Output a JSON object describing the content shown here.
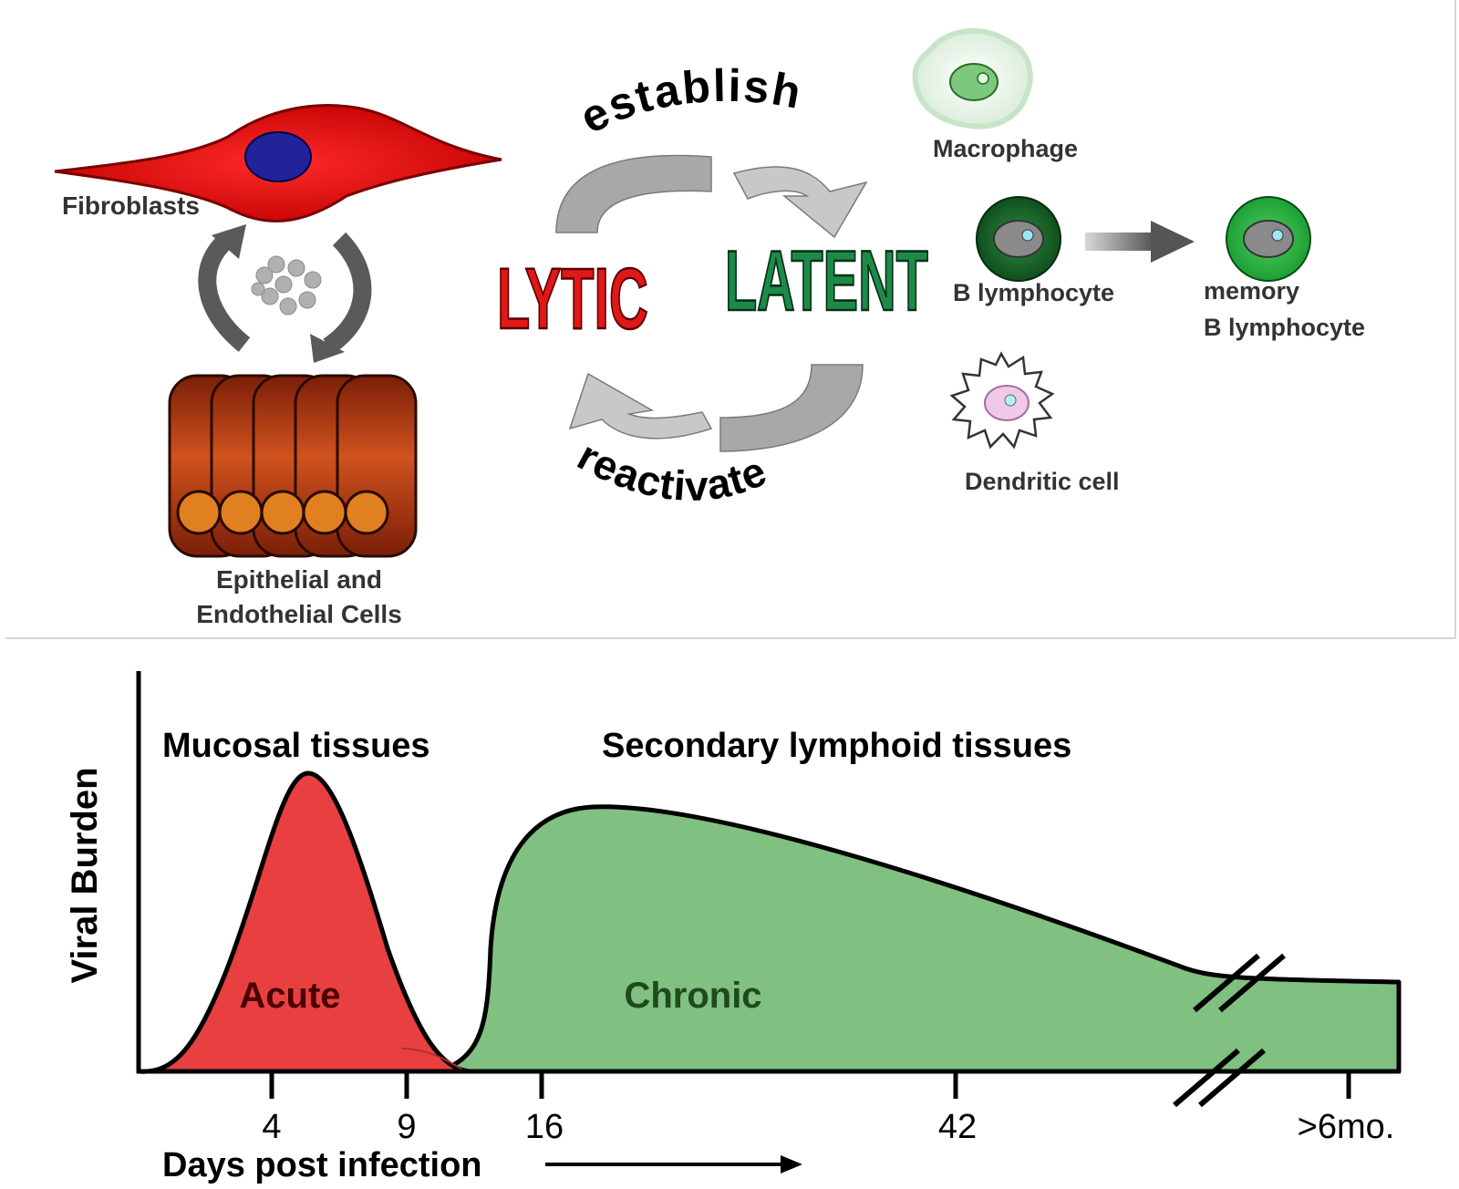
{
  "top_panel": {
    "fibroblasts": "Fibroblasts",
    "epithelial_line1": "Epithelial and",
    "epithelial_line2": "Endothelial Cells",
    "cycle": {
      "establish": "establish",
      "reactivate": "reactivate",
      "lytic": "LYTIC",
      "latent": "LATENT"
    },
    "macrophage": "Macrophage",
    "b_lymphocyte": "B lymphocyte",
    "memory_line1": "memory",
    "memory_line2": "B lymphocyte",
    "dendritic": "Dendritic cell"
  },
  "chart_data": {
    "type": "area",
    "ylabel": "Viral Burden",
    "xlabel": "Days post infection",
    "x_ticks": [
      "4",
      "9",
      "16",
      "42",
      ">6mo."
    ],
    "region_labels": [
      "Mucosal tissues",
      "Secondary lymphoid tissues"
    ],
    "series": [
      {
        "name": "Acute",
        "color": "#e84040"
      },
      {
        "name": "Chronic",
        "color": "#80c080"
      }
    ],
    "axis_break": true
  }
}
